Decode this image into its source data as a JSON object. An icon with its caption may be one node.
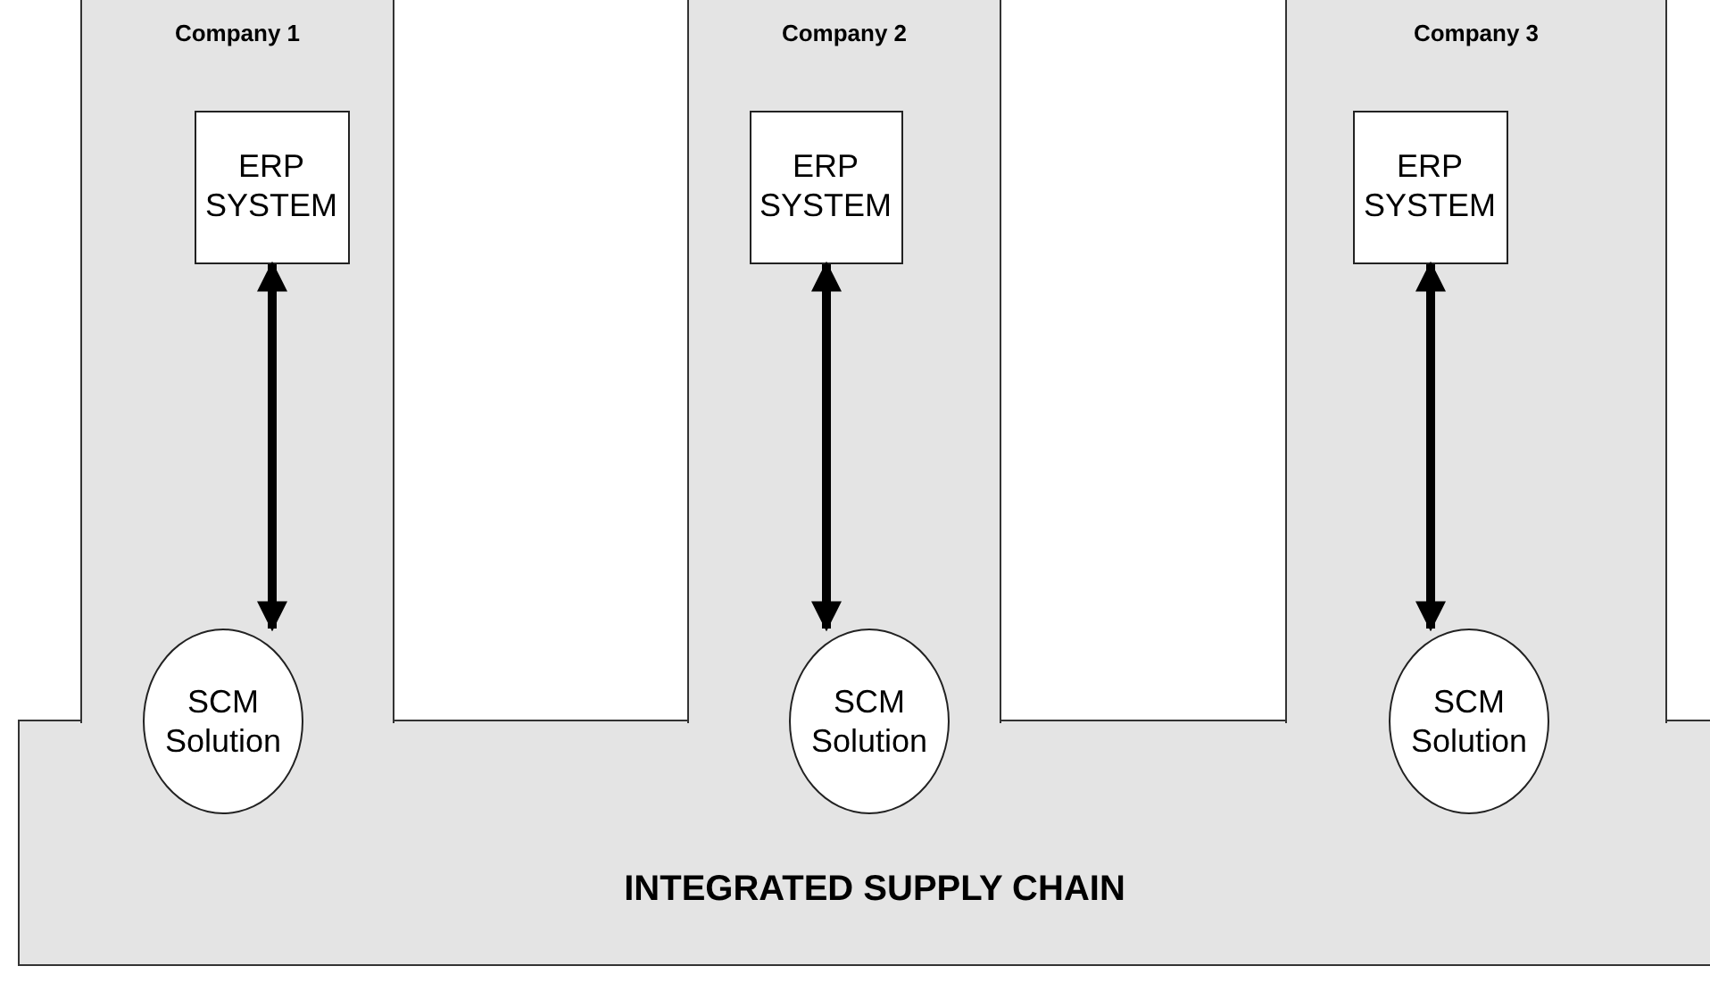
{
  "diagram": {
    "nodes": [
      {
        "text": [
          "Company 1"
        ]
      },
      {
        "text": [
          "ERP SYSTEM"
        ],
        "in": 0
      },
      {
        "text": [
          "Company 2"
        ]
      },
      {
        "text": [
          "ERP SYSTEM"
        ],
        "in": 2
      },
      {
        "text": [
          "Company 3"
        ]
      },
      {
        "text": [
          "ERP SYSTEM"
        ],
        "in": 4
      },
      {
        "text": [
          "SCM Solution"
        ]
      },
      {
        "text": [
          "SCM Solution"
        ]
      },
      {
        "text": [
          "SCM Solution"
        ]
      },
      {
        "text": [
          "INTEGRATED SUPPLY CHAIN"
        ]
      }
    ],
    "edges": [
      {
        "from": 1,
        "to": 6,
        "arrow": "both"
      },
      {
        "from": 3,
        "to": 7,
        "arrow": "both"
      },
      {
        "from": 5,
        "to": 8,
        "arrow": "both"
      }
    ]
  }
}
